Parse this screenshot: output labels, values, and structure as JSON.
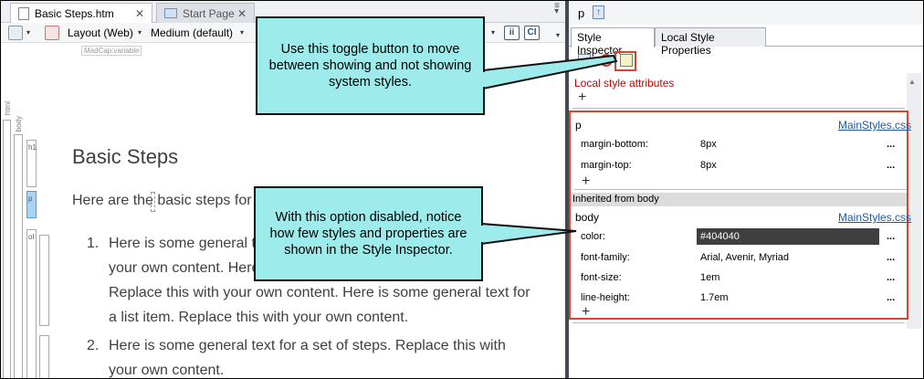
{
  "editor": {
    "tabs": [
      {
        "label": "Basic Steps.htm",
        "close": "✕"
      },
      {
        "label": "Start Page",
        "close": "✕"
      }
    ],
    "toolbar": {
      "layout": "Layout (Web)",
      "medium": "Medium (default)",
      "icon_i": "ii",
      "icon_ci": "CI"
    },
    "madcap_variable": "MadCap:variable",
    "structure_bar": {
      "html": "html",
      "body": "body",
      "h1": "h1",
      "p": "p",
      "ol": "ol"
    },
    "content": {
      "title": "Basic Steps",
      "intro": "Here are the basic steps for u",
      "steps": [
        {
          "number": "1.",
          "lines": [
            "Here is some general t",
            "your own content. Here",
            "Replace this with your own content. Here is some general text for",
            "a list item. Replace this with your own content."
          ]
        },
        {
          "number": "2.",
          "lines": [
            "Here is some general text for a set of steps. Replace this with",
            "your own content."
          ]
        }
      ]
    }
  },
  "inspector": {
    "selected_tag": "p",
    "up_arrow": "↑",
    "tabs": [
      "Style Inspector",
      "Local Style Properties"
    ],
    "local_attrs_label": "Local style attributes",
    "add": "+",
    "more": "...",
    "p_block": {
      "selector": "p",
      "source": "MainStyles.css",
      "properties": [
        {
          "name": "margin-bottom:",
          "value": "8px"
        },
        {
          "name": "margin-top:",
          "value": "8px"
        }
      ]
    },
    "inherited_label": "Inherited from body",
    "body_block": {
      "selector": "body",
      "source": "MainStyles.css",
      "properties": [
        {
          "name": "color:",
          "value": "#404040"
        },
        {
          "name": "font-family:",
          "value": "Arial, Avenir, Myriad"
        },
        {
          "name": "font-size:",
          "value": "1em"
        },
        {
          "name": "line-height:",
          "value": "1.7em"
        }
      ]
    }
  },
  "callouts": {
    "top": "Use this toggle button to move between showing and not showing system styles.",
    "bottom": "With this option disabled, notice how few styles and properties are shown in the Style Inspector."
  },
  "colors": {
    "callout_fill": "#9eebeb",
    "highlight_border": "#d9442d",
    "link": "#1d59a8",
    "local_attr_red": "#c40000",
    "content_text": "#404040"
  }
}
